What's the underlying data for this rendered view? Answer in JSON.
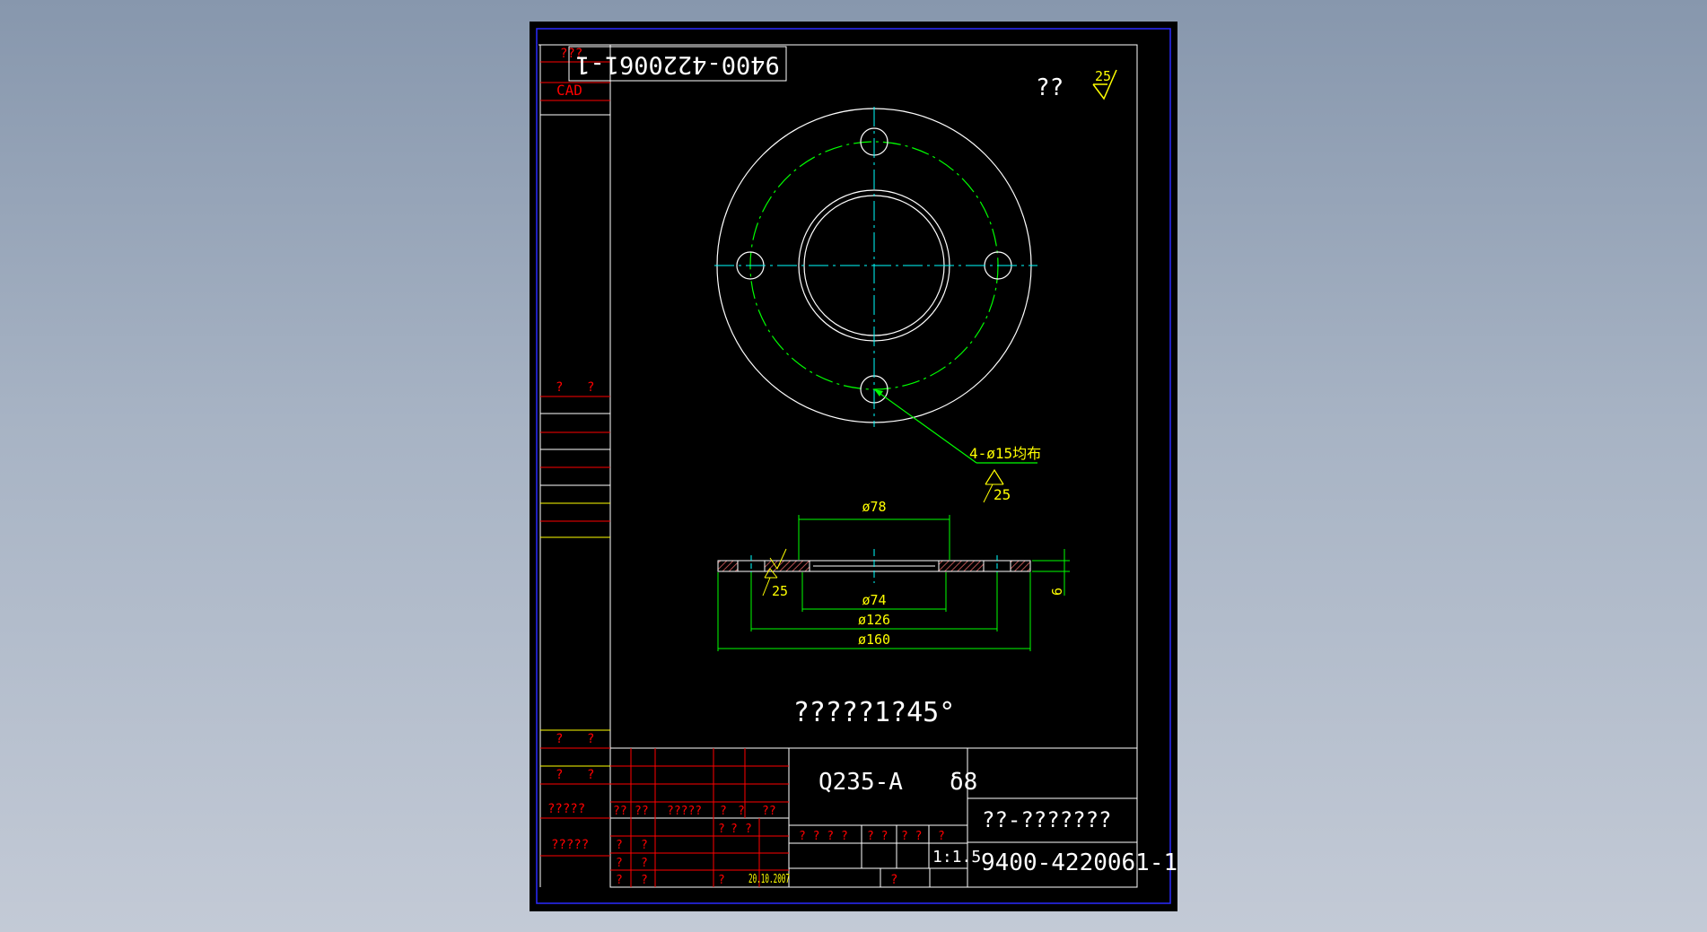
{
  "drawing": {
    "rotated_number": "9400-4220061-1",
    "roughness_label": "??",
    "roughness_value": "25",
    "hole_note": "4-ø15均布",
    "hole_roughness": "25",
    "dim_top": "ø78",
    "dim_inner": "ø74",
    "dim_pcd": "ø126",
    "dim_outer": "ø160",
    "dim_thickness": "6",
    "side_roughness": "25",
    "chamfer_note": "?????1?45°"
  },
  "left_strip": {
    "top_label": "???",
    "cad_label": "CAD",
    "mid_label_1": "?",
    "mid_label_2": "?",
    "bottom_rows": [
      [
        "?",
        "?"
      ],
      [
        "?",
        "?"
      ],
      [
        "?????",
        ""
      ],
      [
        "?????",
        ""
      ]
    ]
  },
  "title_block": {
    "material": "Q235-A",
    "thickness": "δ8",
    "part_name": "??-???????",
    "drawing_number": "9400-4220061-1",
    "scale": "1:1.5",
    "date": "20.10.2007",
    "header_cells": [
      "??",
      "??",
      "?????",
      "?",
      "?",
      "??"
    ],
    "left_rows": [
      [
        "?",
        "?",
        "?",
        "?",
        "?"
      ],
      [
        "?",
        "?",
        "",
        "",
        ""
      ],
      [
        "?",
        "?",
        "?",
        "",
        ""
      ]
    ],
    "mid_headers": [
      "? ? ? ?",
      "? ?",
      "? ?",
      "?"
    ],
    "bottom_mark": "?"
  },
  "colors": {
    "background_paper": "#000000",
    "white_lines": "#ffffff",
    "green_dims": "#00ff00",
    "yellow_text": "#ffff00",
    "red_frame": "#ff0000",
    "centerline": "#00ffff",
    "blue_border": "#0000ff",
    "hatch": "#b34f4f"
  }
}
